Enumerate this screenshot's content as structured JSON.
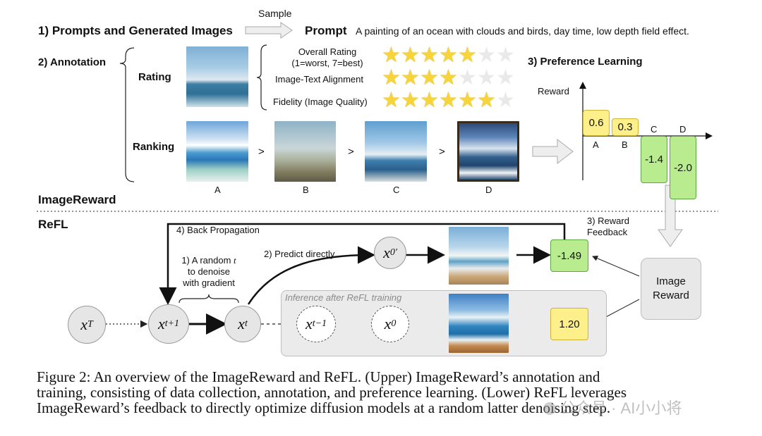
{
  "top": {
    "step1_label": "1) Prompts and Generated Images",
    "sample_label": "Sample",
    "prompt_label": "Prompt",
    "prompt_text": "A painting of an ocean with clouds and birds, day time, low depth field effect.",
    "step2_label": "2) Annotation",
    "rating_label": "Rating",
    "ranking_label": "Ranking",
    "criteria": [
      {
        "label_line1": "Overall Rating",
        "label_line2": "(1=worst, 7=best)",
        "stars_on": 5,
        "stars_total": 7
      },
      {
        "label_line1": "Image-Text Alignment",
        "label_line2": "",
        "stars_on": 4,
        "stars_total": 7
      },
      {
        "label_line1": "Fidelity (Image Quality)",
        "label_line2": "",
        "stars_on": 6,
        "stars_total": 7
      }
    ],
    "ranking_letters": [
      "A",
      "B",
      "C",
      "D"
    ],
    "gt_symbol": ">",
    "step3_label": "3) Preference Learning",
    "section_label": "ImageReward"
  },
  "chart_data": {
    "type": "bar",
    "categories": [
      "A",
      "B",
      "C",
      "D"
    ],
    "values": [
      0.6,
      0.3,
      -1.4,
      -2.0
    ],
    "value_labels": [
      "0.6",
      "0.3",
      "-1.4",
      "-2.0"
    ],
    "ylabel": "Reward",
    "colors": [
      "#fdf08a",
      "#fdf08a",
      "#b9ec8f",
      "#b9ec8f"
    ]
  },
  "bottom": {
    "section_label": "ReFL",
    "back_prop_label": "4) Back Propagation",
    "reward_feedback_line1": "3) Reward",
    "reward_feedback_line2": "Feedback",
    "random_t_line1": "1) A random",
    "random_t_var": "t",
    "random_t_line2": "to denoise",
    "random_t_line3": "with gradient",
    "predict_label": "2) Predict directly",
    "inference_label": "Inference after ReFL training",
    "image_reward_line1": "Image",
    "image_reward_line2": "Reward",
    "score_train": "-1.49",
    "score_infer": "1.20"
  },
  "caption": {
    "line1": "Figure 2: An overview of the ImageReward and ReFL. (Upper) ImageReward’s annotation and",
    "line2": "training, consisting of data collection, annotation, and preference learning. (Lower) ReFL leverages",
    "line3": "ImageReward’s feedback to directly optimize diffusion models at a random latter denoising step."
  },
  "watermark": "公众号 · AI小小将"
}
